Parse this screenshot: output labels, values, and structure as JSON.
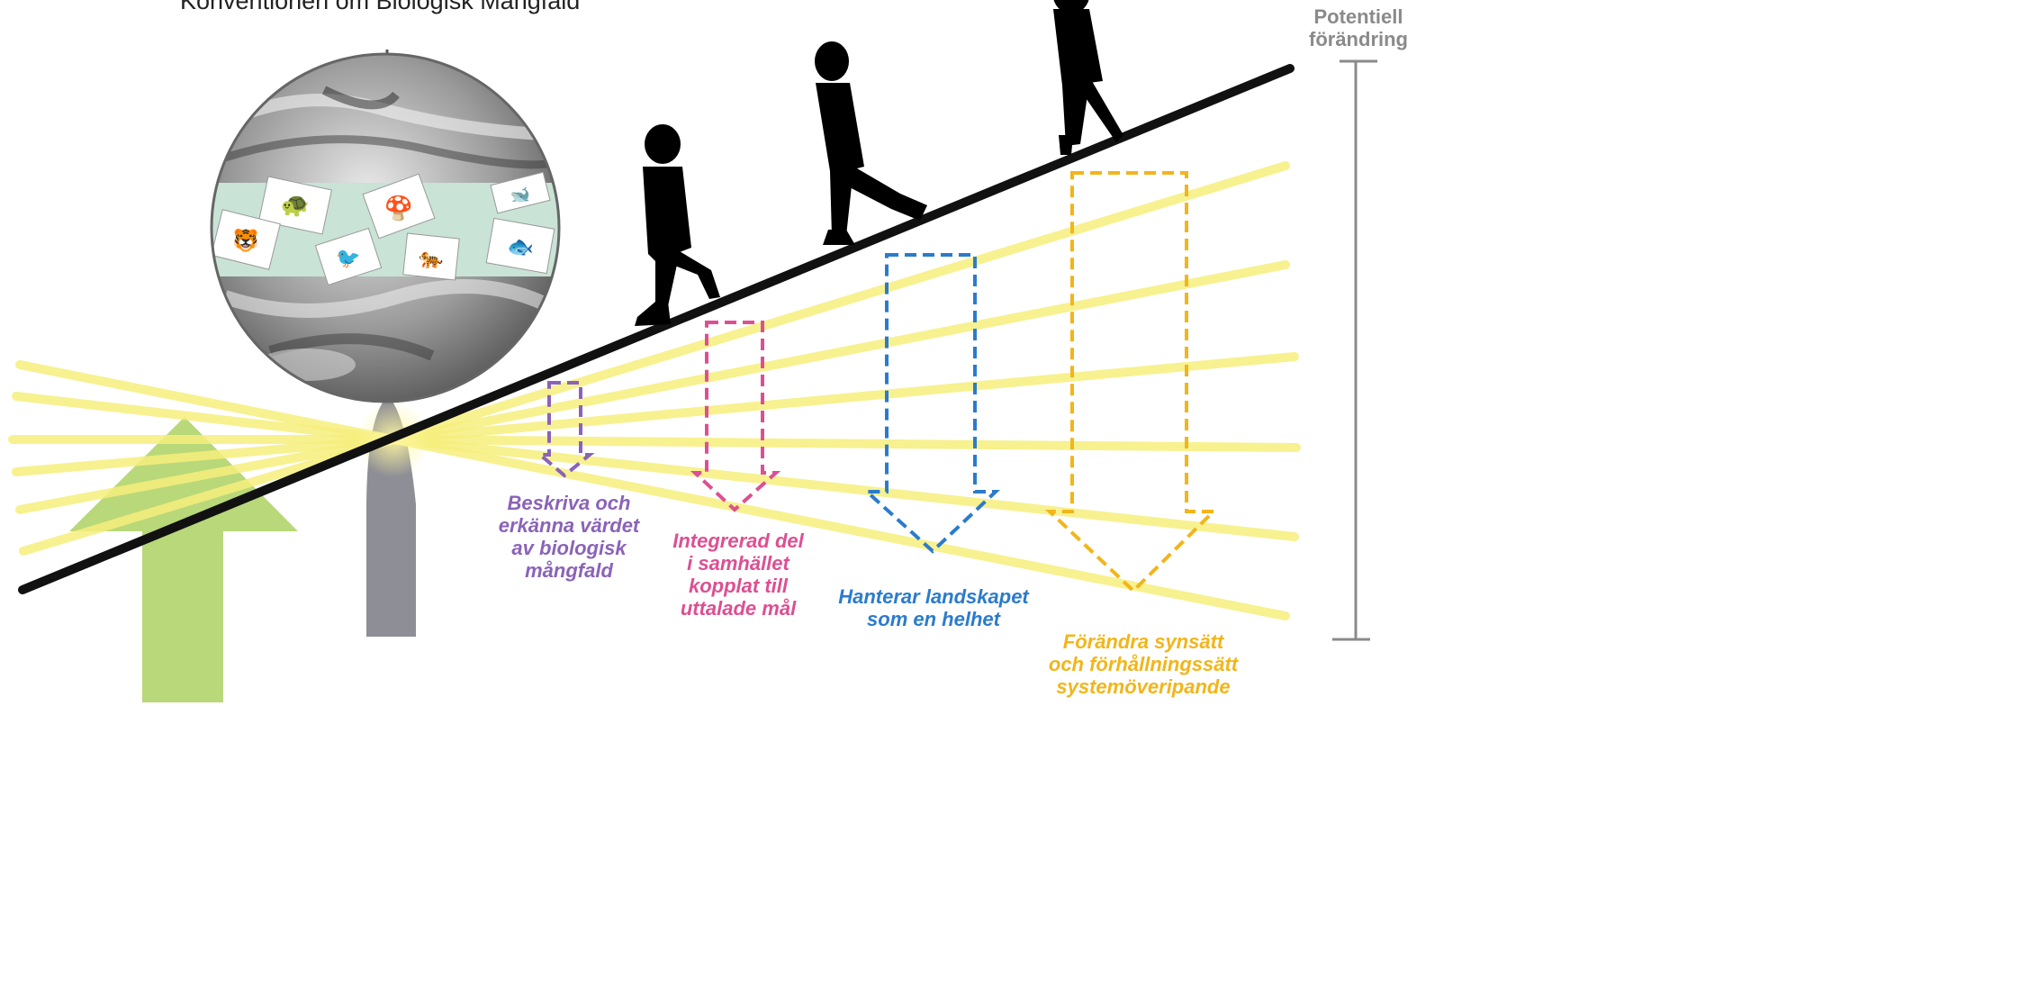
{
  "title": "Konventionen om Biologisk Mångfald",
  "scale_label": [
    "Potentiell",
    "förändring"
  ],
  "colors": {
    "purple": "#8a63b8",
    "pink": "#dd4f92",
    "blue": "#2b7bcd",
    "gold": "#f2b51a",
    "beam": "#f6ee7c",
    "plank": "#111111",
    "fulcrum": "#8e8e96",
    "arrow_green": "#b9d879",
    "scale_grey": "#8a8a8a",
    "band": "#c9e3d6"
  },
  "icons": [
    "globe-icon",
    "person-silhouette-icon",
    "turtle-icon",
    "mushroom-icon",
    "whale-icon",
    "bird-icon",
    "tiger-icon",
    "fish-icon"
  ],
  "levels": [
    {
      "key": "purple",
      "lines": [
        "Beskriva och",
        "erkänna värdet",
        "av biologisk",
        "mångfald"
      ]
    },
    {
      "key": "pink",
      "lines": [
        "Integrerad del",
        "i samhället",
        "kopplat till",
        "uttalade mål"
      ]
    },
    {
      "key": "blue",
      "lines": [
        "Hanterar landskapet",
        "som en helhet"
      ]
    },
    {
      "key": "gold",
      "lines": [
        "Förändra synsätt",
        "och förhållningssätt",
        "systemöveripande"
      ]
    }
  ]
}
